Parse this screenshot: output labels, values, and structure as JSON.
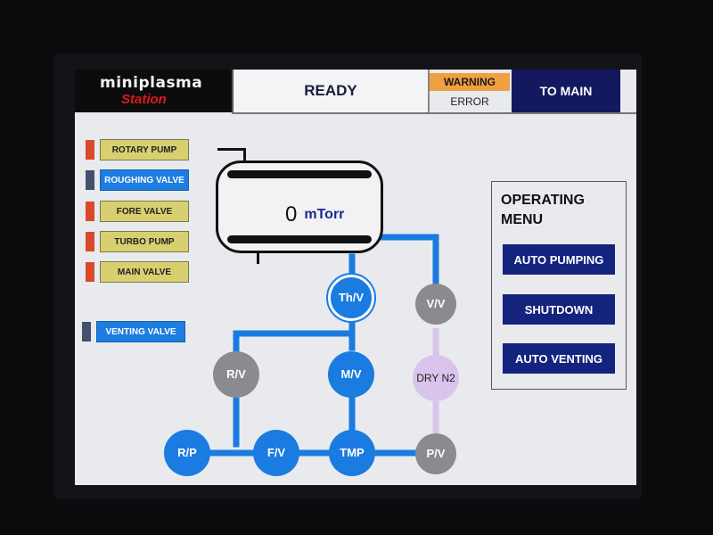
{
  "header": {
    "logo_line1": "miniplasma",
    "logo_line2": "Station",
    "status": "READY",
    "warning": "WARNING",
    "error": "ERROR",
    "to_main": "TO MAIN"
  },
  "valves": [
    {
      "label": "ROTARY PUMP",
      "state_color": "#d84a2a",
      "style": "yellow"
    },
    {
      "label": "ROUGHING VALVE",
      "state_color": "#44506e",
      "style": "blue"
    },
    {
      "label": "FORE VALVE",
      "state_color": "#d84a2a",
      "style": "yellow"
    },
    {
      "label": "TURBO PUMP",
      "state_color": "#d84a2a",
      "style": "yellow"
    },
    {
      "label": "MAIN VALVE",
      "state_color": "#d84a2a",
      "style": "yellow"
    },
    {
      "label": "VENTING VALVE",
      "state_color": "#44506e",
      "style": "blue"
    }
  ],
  "chamber": {
    "pressure_value": "0",
    "pressure_unit": "mTorr"
  },
  "operating_menu": {
    "title": "OPERATING MENU",
    "buttons": [
      "AUTO PUMPING",
      "SHUTDOWN",
      "AUTO VENTING"
    ]
  },
  "nodes": {
    "thv": "Th/V",
    "vv": "V/V",
    "rv": "R/V",
    "mv": "M/V",
    "dry": "DRY N2",
    "rp": "R/P",
    "fv": "F/V",
    "tmp": "TMP",
    "pv": "P/V"
  },
  "colors": {
    "pipe_blue": "#1a7be0",
    "pipe_lavender": "#d8c4ec",
    "menu_button": "#14247e",
    "to_main_bg": "#14185e",
    "warning_bg": "#f0a040"
  }
}
